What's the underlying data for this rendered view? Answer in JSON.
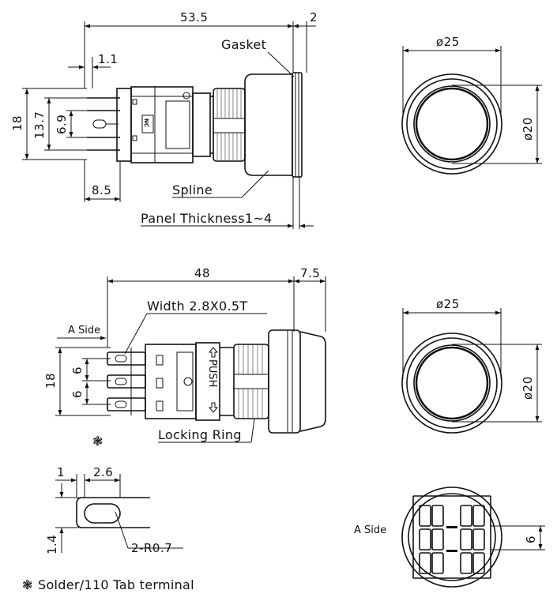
{
  "top_side_view": {
    "length": "53.5",
    "bezel": "2",
    "pin_offset": "1.1",
    "height_outer": "18",
    "height_pins": "13.7",
    "height_center": "6.9",
    "tail": "8.5",
    "gasket": "Gasket",
    "spline": "Spline",
    "panel": "Panel Thickness1~4",
    "body_mark": "NC"
  },
  "top_front_view": {
    "outer_diameter": "ø25",
    "inner_diameter": "ø20"
  },
  "mid_side_view": {
    "length": "48",
    "bezel": "7.5",
    "tab_width": "Width 2.8X0.5T",
    "a_side": "A Side",
    "height": "18",
    "pitch_1": "6",
    "pitch_2": "6",
    "locking_ring": "Locking Ring",
    "push_label": "PUSH"
  },
  "mid_front_view": {
    "outer_diameter": "ø25",
    "inner_diameter": "ø20"
  },
  "tab_detail": {
    "offset": "1",
    "hole": "2.6",
    "thickness": "1.4",
    "radius": "2-R0.7"
  },
  "rear_view": {
    "a_side": "A Side",
    "pitch": "6"
  },
  "footnote": {
    "symbol": "❃",
    "text": "Solder/110 Tab terminal"
  }
}
